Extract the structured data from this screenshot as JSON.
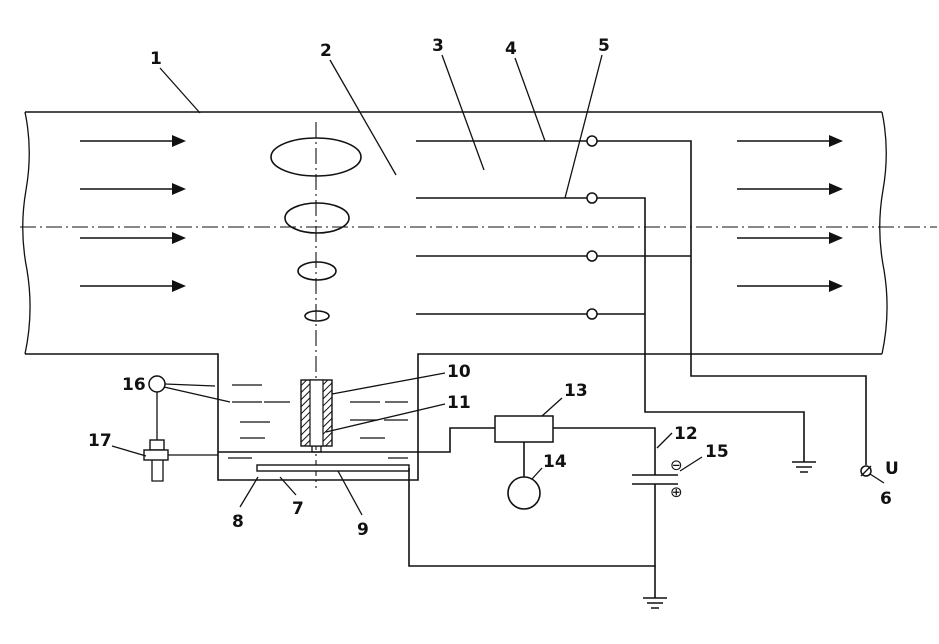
{
  "callouts": [
    "1",
    "2",
    "3",
    "4",
    "5",
    "6",
    "7",
    "8",
    "9",
    "10",
    "11",
    "12",
    "13",
    "14",
    "15",
    "16",
    "17"
  ],
  "voltage_label": "U",
  "capacitor_polarity": {
    "negative": "⊖",
    "positive": "⊕"
  },
  "flow_direction": "left-to-right",
  "colors": {
    "line": "#111111",
    "background": "#ffffff"
  }
}
